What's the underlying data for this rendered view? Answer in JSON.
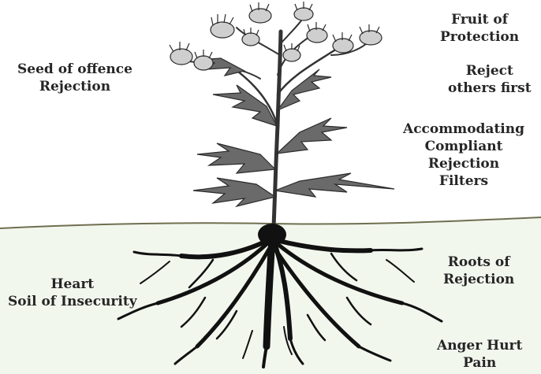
{
  "labels": {
    "seed": [
      "Seed of offence",
      "Rejection"
    ],
    "fruit": [
      "Fruit of",
      "Protection"
    ],
    "reject_first": [
      "Reject",
      "others first"
    ],
    "filters": [
      "Accommodating",
      "Compliant",
      "Rejection",
      "Filters"
    ],
    "heart": [
      "Heart",
      "Soil of Insecurity"
    ],
    "roots": [
      "Roots of",
      "Rejection"
    ],
    "anger": [
      "Anger Hurt",
      "Pain"
    ]
  },
  "colors": {
    "ground_line": "#6f6f50",
    "soil_fill": "#f2f7ee",
    "root_ink": "#111111",
    "plant_ink": "#333333",
    "text": "#262626"
  },
  "illustration": {
    "subject": "thistle plant with roots",
    "icons": [
      "thistle-flower-icon",
      "leaf-icon",
      "root-icon"
    ]
  }
}
